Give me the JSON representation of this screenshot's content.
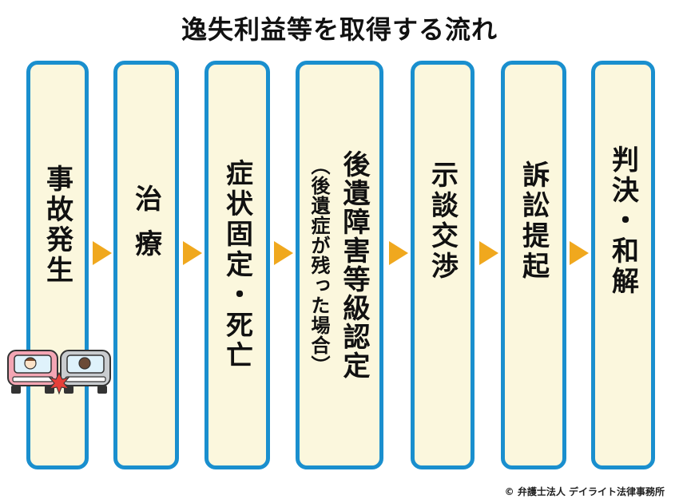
{
  "title": "逸失利益等を取得する流れ",
  "steps": [
    {
      "label": "事故発生"
    },
    {
      "label": "治療"
    },
    {
      "label": "症状固定・死亡"
    },
    {
      "label": "後遺障害等級認定",
      "sublabel": "（後遺症が残った場合）"
    },
    {
      "label": "示談交渉"
    },
    {
      "label": "訴訟提起"
    },
    {
      "label": "判決・和解"
    }
  ],
  "footer": "© 弁護士法人 デイライト法律事務所",
  "colors": {
    "border": "#1a8fce",
    "box_fill": "#fbf7dd",
    "arrow": "#f0a81e"
  }
}
